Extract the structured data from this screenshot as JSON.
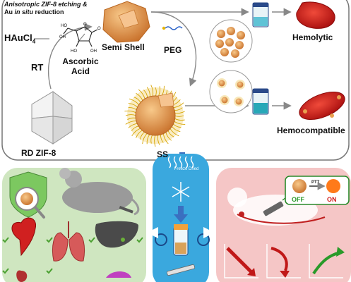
{
  "top_panel": {
    "step_line1": "Anisotropic ZIF-8 etching &",
    "step_line2_a": "Au ",
    "step_line2_b": "in situ",
    "step_line2_c": " reduction",
    "haucl4_main": "HAuCl",
    "haucl4_sub": "4",
    "rt": "RT",
    "ascorbic_line1": "Ascorbic",
    "ascorbic_line2": "Acid",
    "semi_shell": "Semi Shell",
    "peg": "PEG",
    "rd_zif8": "RD ZIF-8",
    "ss": "SS",
    "hemolytic": "Hemolytic",
    "hemocompatible": "Hemocompatible",
    "molecule_atoms": [
      "HO",
      "OH",
      "O",
      "O",
      "HO",
      "OH"
    ]
  },
  "middle_panel": {
    "freeze_dried": "Freeze Dried"
  },
  "right_panel": {
    "ptt": "PTT",
    "off": "OFF",
    "on": "ON"
  },
  "colors": {
    "green_panel": "#cfe6c0",
    "blue_panel": "#3aa8de",
    "pink_panel": "#f5c6c6",
    "gold": "#e9a04f",
    "blood_red": "#d01a1a",
    "cyan_liquid": "#28a8b8"
  }
}
